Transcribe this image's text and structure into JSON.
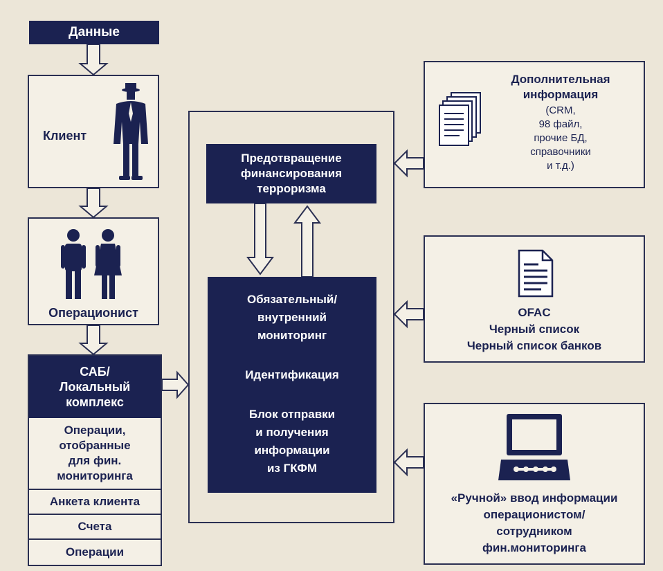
{
  "colors": {
    "navy": "#1b2251",
    "background": "#ece6d8",
    "box_fill": "#f4f0e6"
  },
  "left": {
    "data_label": "Данные",
    "client_label": "Клиент",
    "operator_label": "Операционист",
    "sab_label": "САБ/\nЛокальный\nкомплекс",
    "sab_items": [
      "Операции,\nотобранные\nдля фин.\nмониторинга",
      "Анкета клиента",
      "Счета",
      "Операции"
    ]
  },
  "center": {
    "terror_label": "Предотвращение\nфинансирования\nтерроризма",
    "monitoring_label": "Обязательный/\nвнутренний\nмониторинг",
    "identification_label": "Идентификация",
    "gkfm_label": "Блок отправки\nи получения\nинформации\nиз ГКФМ"
  },
  "right": {
    "extra_info_title": "Дополнительная\nинформация",
    "extra_info_details": "(CRM,\n98 файл,\nпрочие БД,\nсправочники\nи т.д.)",
    "ofac_label": "OFAC\nЧерный список\nЧерный список банков",
    "manual_input_label": "«Ручной» ввод информации\nоперационистом/\nсотрудником\nфин.мониторинга"
  },
  "icons": [
    "person-in-hat-icon",
    "man-woman-icon",
    "documents-stack-icon",
    "document-icon",
    "computer-terminal-icon"
  ]
}
